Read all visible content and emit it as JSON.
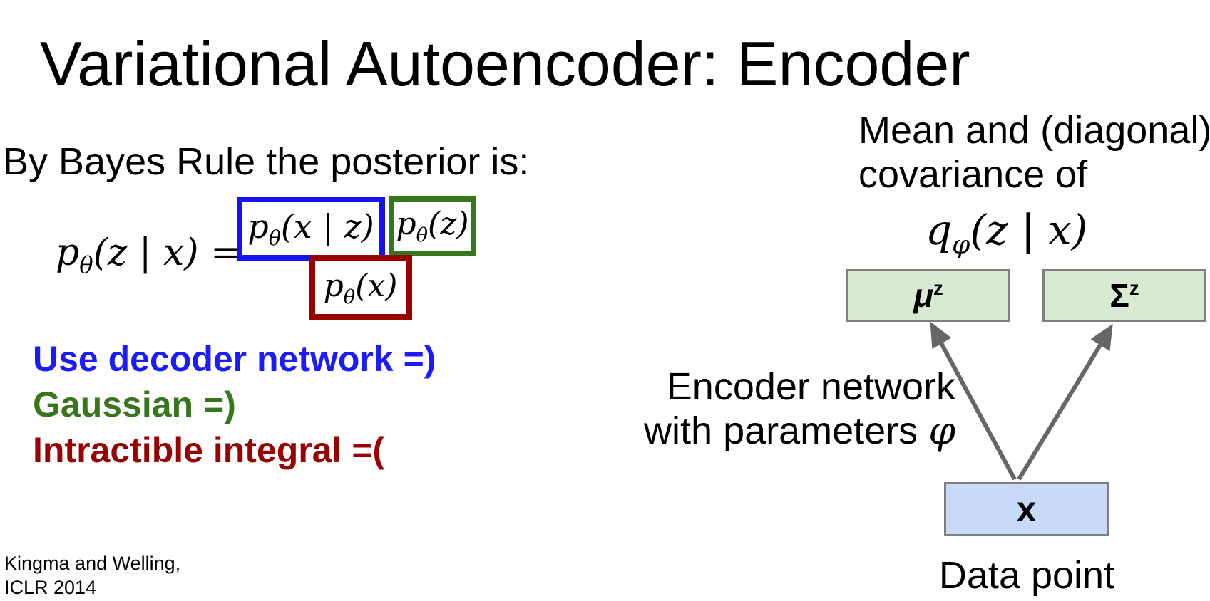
{
  "slide": {
    "title": "Variational Autoencoder: Encoder",
    "left": {
      "intro": "By Bayes Rule the posterior is:",
      "formula_lhs": {
        "base": "p",
        "sub": "θ",
        "rest": "(z | x) ="
      },
      "likelihood_term": {
        "base": "p",
        "sub": "θ",
        "rest": "(x | z)"
      },
      "prior_term": {
        "base": "p",
        "sub": "θ",
        "rest": "(z)"
      },
      "evidence_term": {
        "base": "p",
        "sub": "θ",
        "rest": "(x)"
      },
      "bullets": [
        {
          "label": "Use decoder network =)",
          "color": "#1b1bff"
        },
        {
          "label": "Gaussian =)",
          "color": "#38761d"
        },
        {
          "label": "Intractible integral =(",
          "color": "#990000"
        }
      ],
      "citation": {
        "line1": "Kingma and Welling,",
        "line2": "ICLR 2014"
      }
    },
    "right": {
      "caption_line1": "Mean and (diagonal)",
      "caption_line2": "covariance of",
      "posterior_formula": {
        "base": "q",
        "sub": "φ",
        "rest": "(z | x)"
      },
      "mu_node": {
        "symbol": "μ",
        "sup": "z"
      },
      "sigma_node": {
        "symbol": "Σ",
        "sup": "z"
      },
      "encoder_caption_line1": "Encoder network",
      "encoder_caption_line2_pre": "with parameters ",
      "encoder_caption_line2_phi": "φ",
      "x_node_label": "x",
      "x_node_caption": "Data point"
    },
    "colors": {
      "likelihood_box_border": "#1414f0",
      "prior_box_border": "#38761d",
      "evidence_box_border": "#990000",
      "node_fill_green": "#d9ead3",
      "node_fill_blue": "#c9daf8",
      "node_border_gray": "#7f7f7f",
      "arrow_gray": "#666666",
      "text_black": "#000000"
    }
  }
}
